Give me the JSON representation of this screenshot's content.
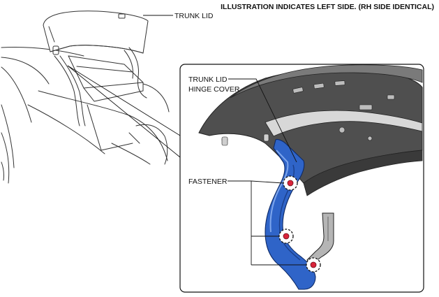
{
  "header_note": "ILLUSTRATION INDICATES LEFT SIDE. (RH SIDE IDENTICAL)",
  "labels": {
    "trunk_lid": "TRUNK LID",
    "hinge_cover_line1": "TRUNK LID",
    "hinge_cover_line2": "HINGE COVER",
    "fastener": "FASTENER"
  },
  "colors": {
    "hinge_cover": "#2f64c8",
    "fastener_mark": "#d9243a",
    "lid_panel": "#4a4a4a",
    "line_art": "#333333"
  }
}
